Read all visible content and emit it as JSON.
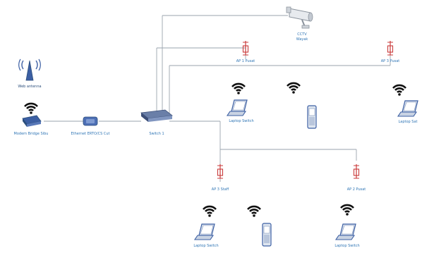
{
  "diagram": {
    "labels": {
      "cctv": "CCTV",
      "cctv_sub": "Wayak",
      "ap_top_left": "AP 1 Pusat",
      "ap_top_right": "AP 3 Pusat",
      "web_antenna": "Web antenna",
      "modem": "Modem Bridge Sibu",
      "ethernet": "Ethernet ERTO/CS Cut",
      "switch": "Switch 1",
      "laptop_center": "Laptop Switch",
      "laptop_right": "Laptop Sat",
      "ap_bottom_left": "AP 3 Staff",
      "ap_bottom_right": "AP 2 Pusat",
      "laptop_bottom_left": "Laptop Switch",
      "laptop_bottom_right": "Laptop Switch"
    },
    "colors": {
      "line": "#9aa3ad",
      "antenna_red": "#c93a3a",
      "label_blue": "#2f75b5",
      "device_blue": "#3c5fa3",
      "wifi_black": "#111111"
    },
    "icons": [
      "cctv-camera-icon",
      "antenna-icon",
      "tower-antenna-icon",
      "wifi-icon",
      "router-icon",
      "switch-icon",
      "laptop-icon",
      "phone-icon"
    ]
  }
}
